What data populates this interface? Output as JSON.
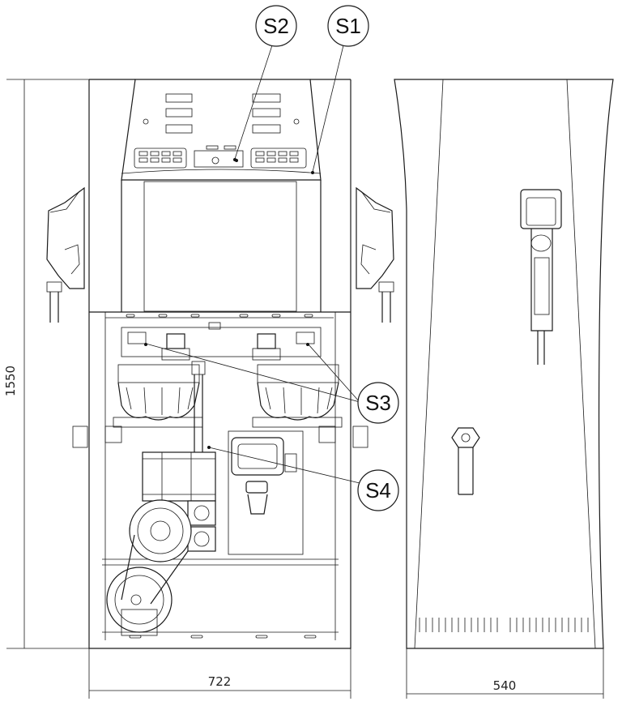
{
  "callouts": {
    "s1": "S1",
    "s2": "S2",
    "s3": "S3",
    "s4": "S4"
  },
  "dimensions": {
    "height": "1550",
    "front_width": "722",
    "side_width": "540"
  }
}
